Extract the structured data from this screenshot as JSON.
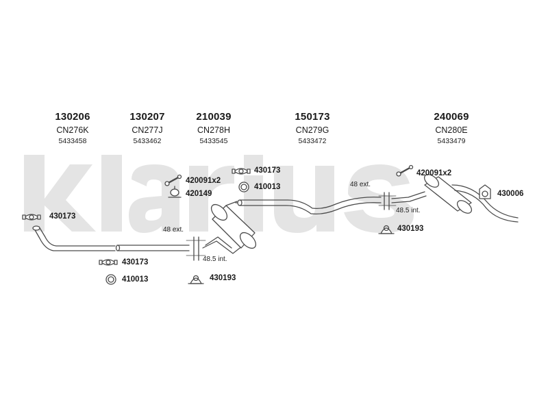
{
  "watermark": {
    "text": "klarius",
    "color": "#e4e4e4"
  },
  "colors": {
    "line": "#4a4a4a",
    "fill": "#ffffff",
    "shade": "#d8d8d8"
  },
  "columns": [
    {
      "code": "130206",
      "cn": "CN276K",
      "ref": "5433458"
    },
    {
      "code": "130207",
      "cn": "CN277J",
      "ref": "5433462"
    },
    {
      "code": "210039",
      "cn": "CN278H",
      "ref": "5433545"
    },
    {
      "code": "150173",
      "cn": "CN279G",
      "ref": "5433472"
    },
    {
      "code": "240069",
      "cn": "CN280E",
      "ref": "5433479"
    }
  ],
  "parts": {
    "p430173_left": "430173",
    "p430173_low": "430173",
    "p410013_low": "410013",
    "p430193_low": "430193",
    "p420091_mid": "420091x2",
    "p420149_mid": "420149",
    "p430173_mid": "430173",
    "p410013_mid": "410013",
    "p420091_right": "420091x2",
    "p430006_right": "430006",
    "p430193_right": "430193"
  },
  "notes": {
    "ext_left": "48 ext.",
    "int_left": "48.5 int.",
    "ext_right": "48 ext.",
    "int_right": "48.5 int."
  }
}
